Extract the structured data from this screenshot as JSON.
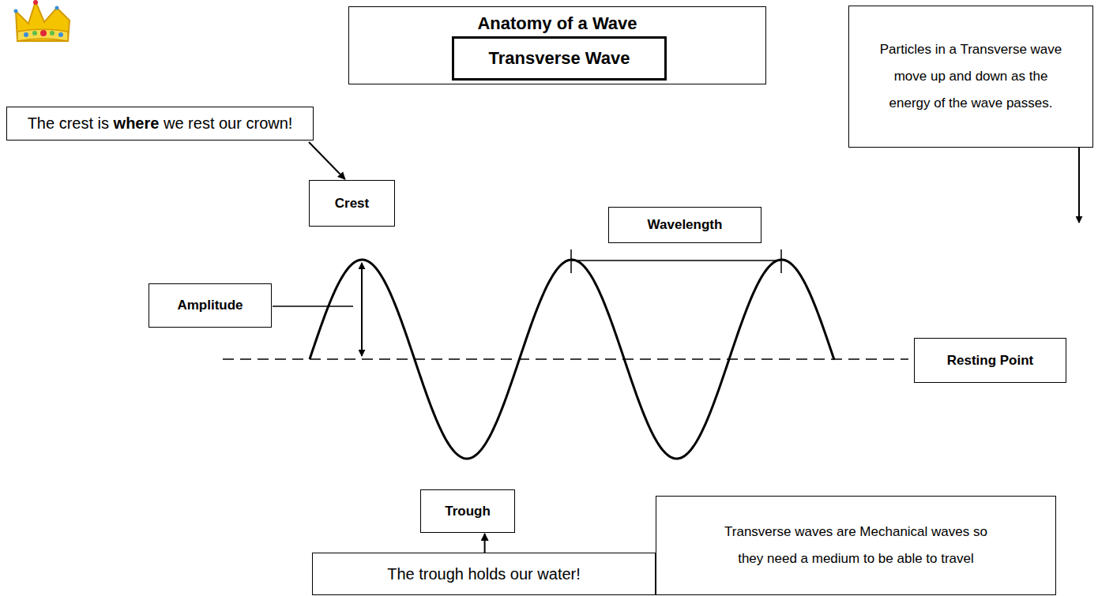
{
  "diagram": {
    "nodes": [
      {
        "text": [
          "Anatomy of a Wave"
        ]
      },
      {
        "text": [
          "Transverse Wave"
        ],
        "in": 0
      },
      {
        "text": [
          "Particles in a Transverse wave move up and down as the energy of the wave passes."
        ]
      },
      {
        "text": [
          "The crest is where we rest our crown!"
        ]
      },
      {
        "text": [
          "Crest"
        ]
      },
      {
        "text": [
          "Wavelength"
        ]
      },
      {
        "text": [
          "Amplitude"
        ]
      },
      {
        "text": [
          "Resting Point"
        ]
      },
      {
        "text": [
          "Trough"
        ]
      },
      {
        "text": [
          "The trough holds our water!"
        ]
      },
      {
        "text": [
          "Transverse waves are Mechanical waves so they need a medium to be able to travel"
        ]
      }
    ],
    "edges": [
      {
        "from": 3,
        "to": 4,
        "arrow": "to"
      },
      {
        "from": 9,
        "to": 8,
        "arrow": "to"
      }
    ]
  }
}
